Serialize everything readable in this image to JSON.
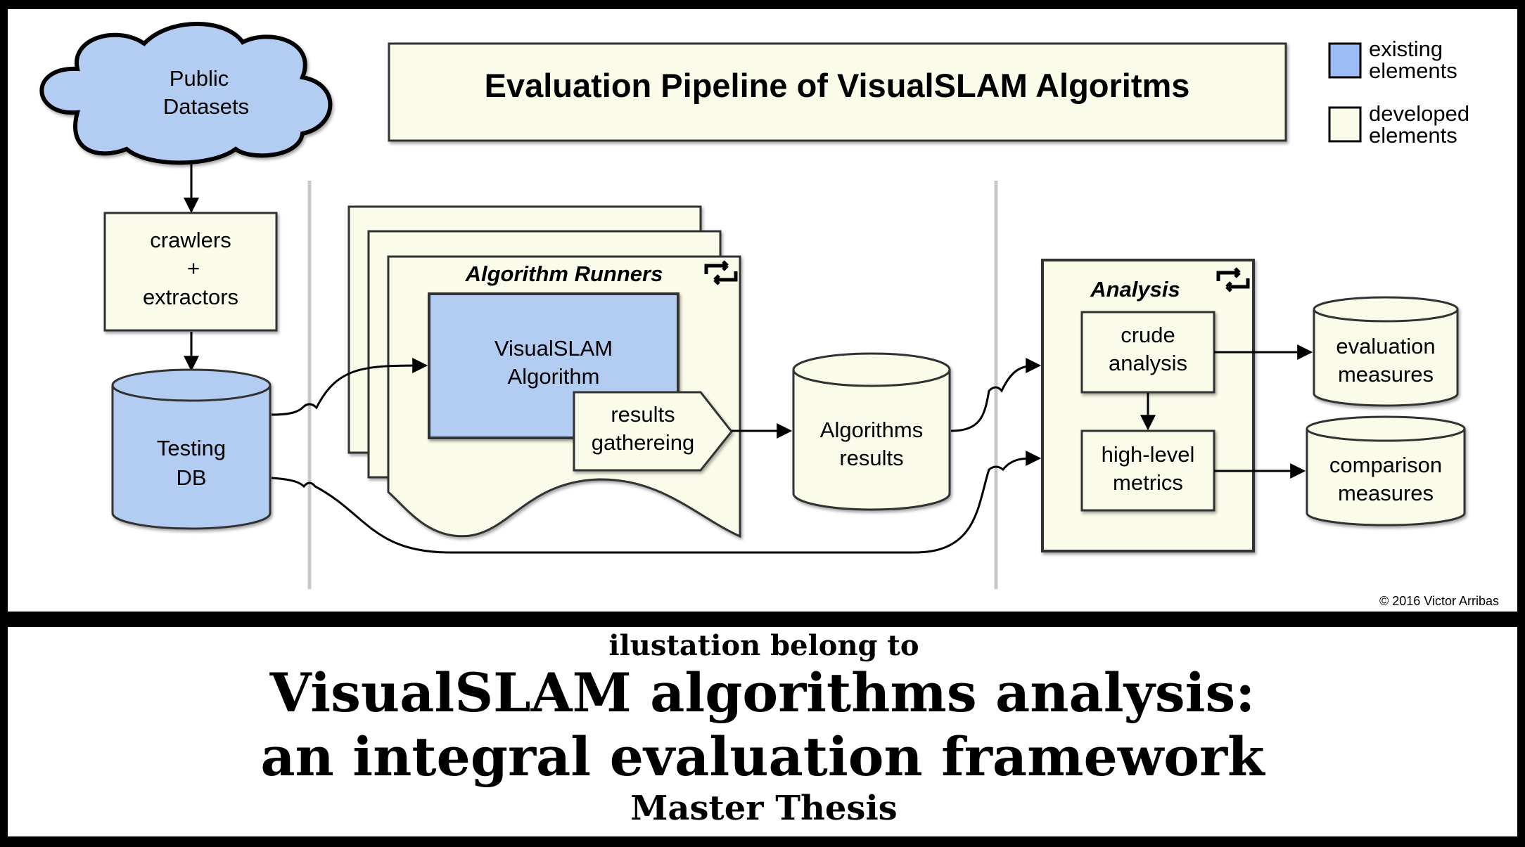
{
  "diagram": {
    "title": "Evaluation Pipeline of VisualSLAM Algoritms",
    "legend": {
      "existing": [
        "existing",
        "elements"
      ],
      "developed": [
        "developed",
        "elements"
      ]
    },
    "nodes": {
      "public_datasets": [
        "Public",
        "Datasets"
      ],
      "crawlers": [
        "crawlers",
        "+",
        "extractors"
      ],
      "testing_db": [
        "Testing",
        "DB"
      ],
      "algorithm_runners": "Algorithm Runners",
      "visualslam_algorithm": [
        "VisualSLAM",
        "Algorithm"
      ],
      "results_gathering": [
        "results",
        "gathereing"
      ],
      "algorithms_results": [
        "Algorithms",
        "results"
      ],
      "analysis": "Analysis",
      "crude_analysis": [
        "crude",
        "analysis"
      ],
      "high_level_metrics": [
        "high-level",
        "metrics"
      ],
      "evaluation_measures": [
        "evaluation",
        "measures"
      ],
      "comparison_measures": [
        "comparison",
        "measures"
      ]
    },
    "copyright": "© 2016 Victor Arribas"
  },
  "caption": {
    "line1": "ilustation belong to",
    "title_line1": "VisualSLAM algorithms analysis:",
    "title_line2": "an integral evaluation framework",
    "subtitle": "Master Thesis"
  },
  "colors": {
    "existing": "#b3cdf2",
    "developed": "#fbfbea",
    "frame": "#000000",
    "separator": "#c8c8c8"
  }
}
